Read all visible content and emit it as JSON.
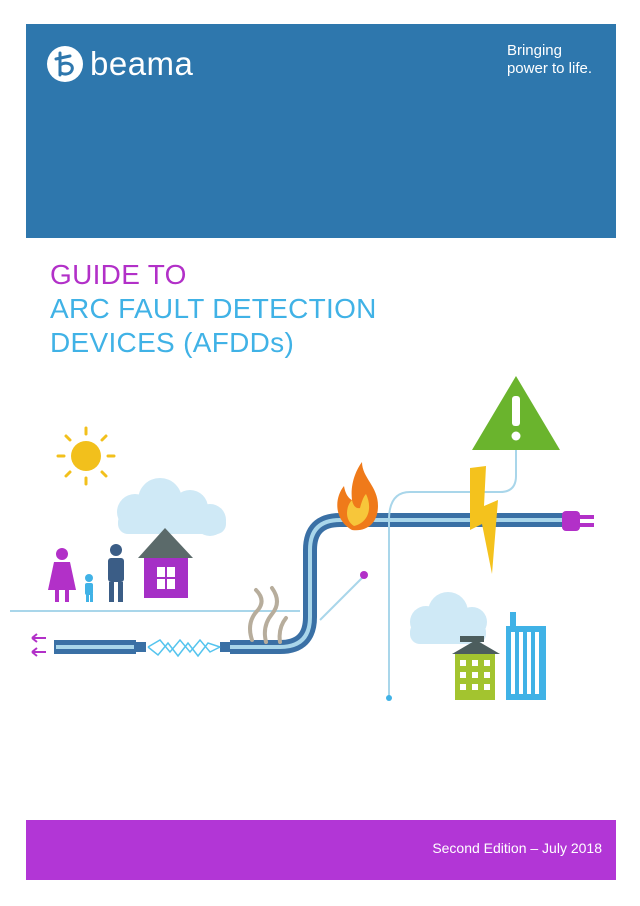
{
  "header": {
    "brand": "beama",
    "tagline_line1": "Bringing",
    "tagline_line2": "power to life.",
    "background_color": "#2e77ad"
  },
  "title": {
    "line1": "GUIDE TO",
    "line2": "ARC FAULT DETECTION",
    "line3": "DEVICES (AFDDs)",
    "line1_color": "#b230c8",
    "line2_color": "#40b2e6"
  },
  "illustration": {
    "icons": [
      "sun-icon",
      "cloud-icon",
      "family-icon",
      "house-icon",
      "cable-icon",
      "fire-icon",
      "smoke-icon",
      "spark-icon",
      "warning-triangle-icon",
      "lightning-icon",
      "plug-icon",
      "buildings-icon",
      "arrows-icon"
    ]
  },
  "footer": {
    "edition": "Second Edition – July 2018",
    "background_color": "#b236d6"
  }
}
